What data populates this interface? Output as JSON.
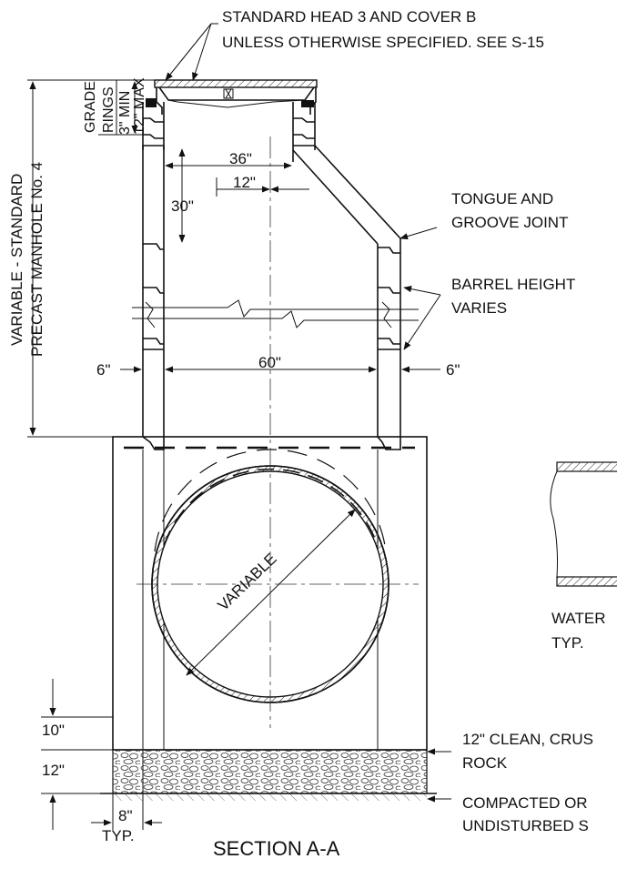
{
  "notes": {
    "head_cover_1": "STANDARD HEAD 3 AND COVER B",
    "head_cover_2": "UNLESS OTHERWISE SPECIFIED. SEE S-15",
    "tongue_1": "TONGUE AND",
    "tongue_2": "GROOVE JOINT",
    "barrel_1": "BARREL HEIGHT",
    "barrel_2": "VARIES",
    "water_1": "WATER",
    "water_2": "TYP.",
    "rock_1": "12\" CLEAN, CRUS",
    "rock_2": "ROCK",
    "soil_1": "COMPACTED OR",
    "soil_2": "UNDISTURBED S"
  },
  "vertical_labels": {
    "variable_1": "VARIABLE - STANDARD",
    "variable_2": "PRECAST MANHOLE No. 4",
    "grade_1": "GRADE",
    "grade_2": "RINGS",
    "min": "3\" MIN",
    "max": "12\" MAX"
  },
  "dimensions": {
    "d36": "36\"",
    "d12": "12\"",
    "d30": "30\"",
    "d60": "60\"",
    "wall_left": "6\"",
    "wall_right": "6\"",
    "d10": "10\"",
    "d12b": "12\"",
    "d8": "8\"",
    "typ": "TYP.",
    "pipe": "VARIABLE"
  },
  "title": "SECTION A-A"
}
